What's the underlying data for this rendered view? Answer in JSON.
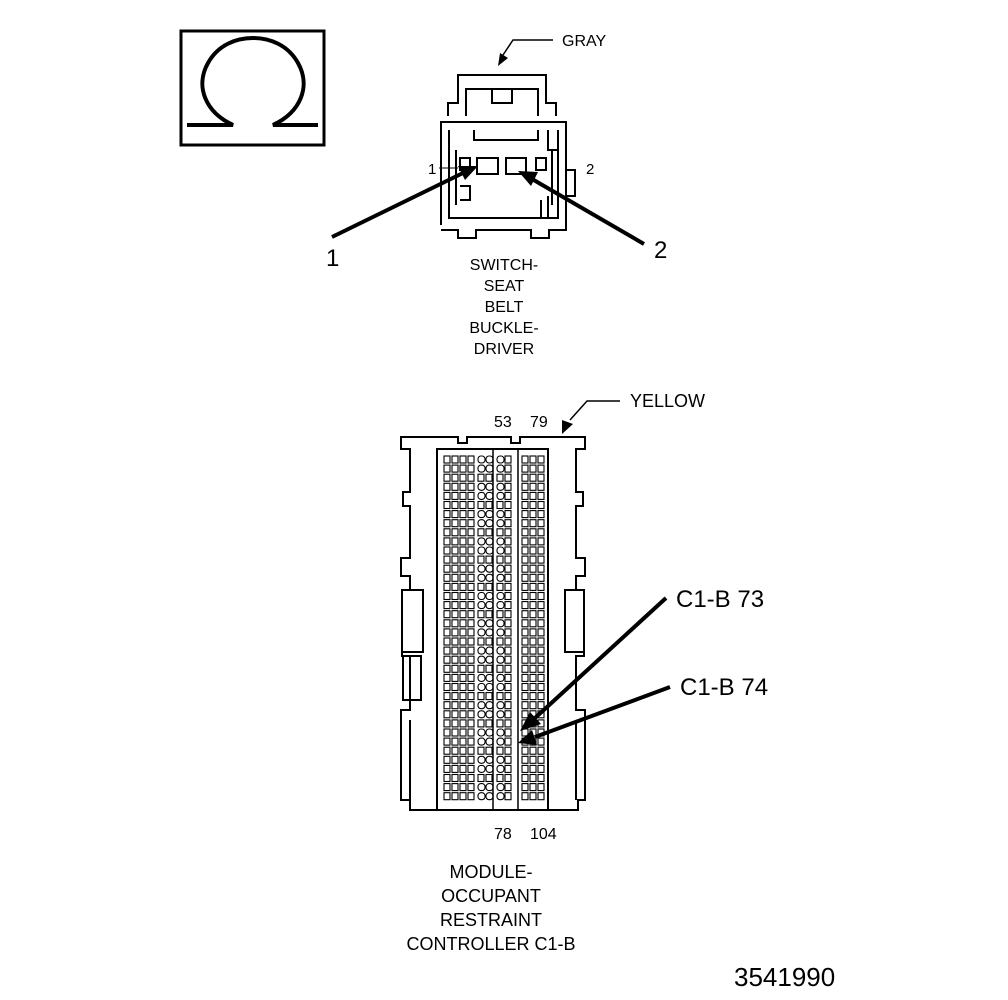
{
  "symbol": {
    "icon": "ohm-icon"
  },
  "connector_1": {
    "color": "GRAY",
    "cavity_small_left": "1",
    "cavity_small_right": "2",
    "callout_1": "1",
    "callout_2": "2",
    "name_lines": [
      "SWITCH-",
      "SEAT",
      "BELT",
      "BUCKLE-",
      "DRIVER"
    ]
  },
  "connector_2": {
    "color": "YELLOW",
    "pin_top_left": "53",
    "pin_top_right": "79",
    "pin_bottom_left": "78",
    "pin_bottom_right": "104",
    "callout_73": "C1-B 73",
    "callout_74": "C1-B 74",
    "name_lines": [
      "MODULE-",
      "OCCUPANT",
      "RESTRAINT",
      "CONTROLLER C1-B"
    ]
  },
  "figure_id": "3541990"
}
